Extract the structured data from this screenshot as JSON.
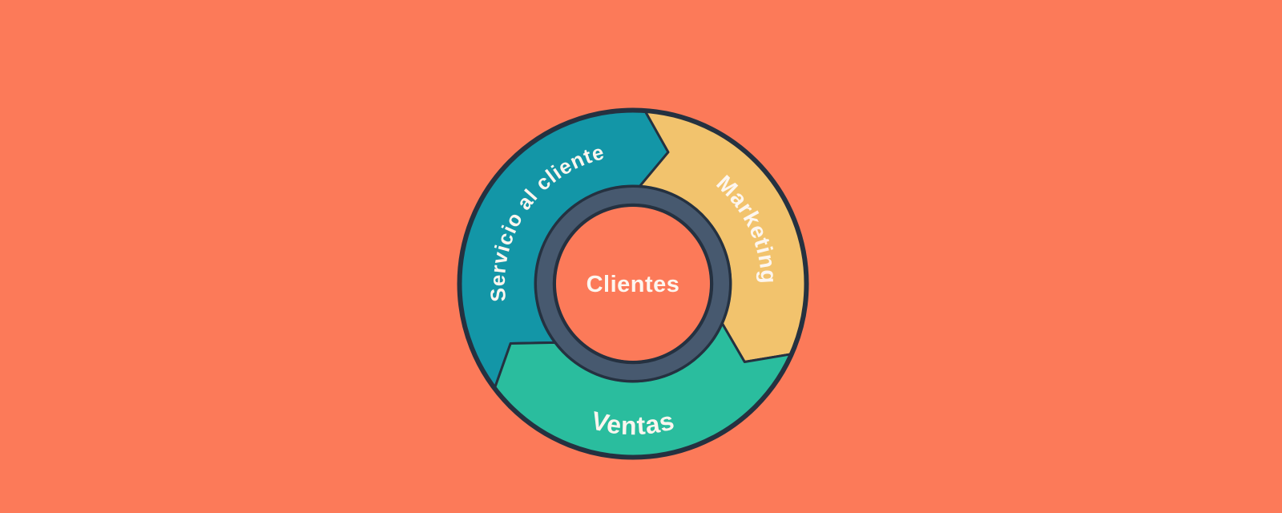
{
  "diagram": {
    "type": "flywheel",
    "rotation": "clockwise",
    "center_label": "Clientes",
    "segments": [
      {
        "id": "servicio-al-cliente",
        "label": "Servicio al cliente",
        "color": "#1396A7",
        "position": "top-left"
      },
      {
        "id": "marketing",
        "label": "Marketing",
        "color": "#F2C36D",
        "position": "right"
      },
      {
        "id": "ventas",
        "label": "Ventas",
        "color": "#2ABD9E",
        "position": "bottom"
      }
    ],
    "colors": {
      "background": "#FC7A59",
      "hub": "#FC7A59",
      "ring": "#47596F",
      "outline": "#253140",
      "label_text": "#FDF6EF"
    }
  }
}
